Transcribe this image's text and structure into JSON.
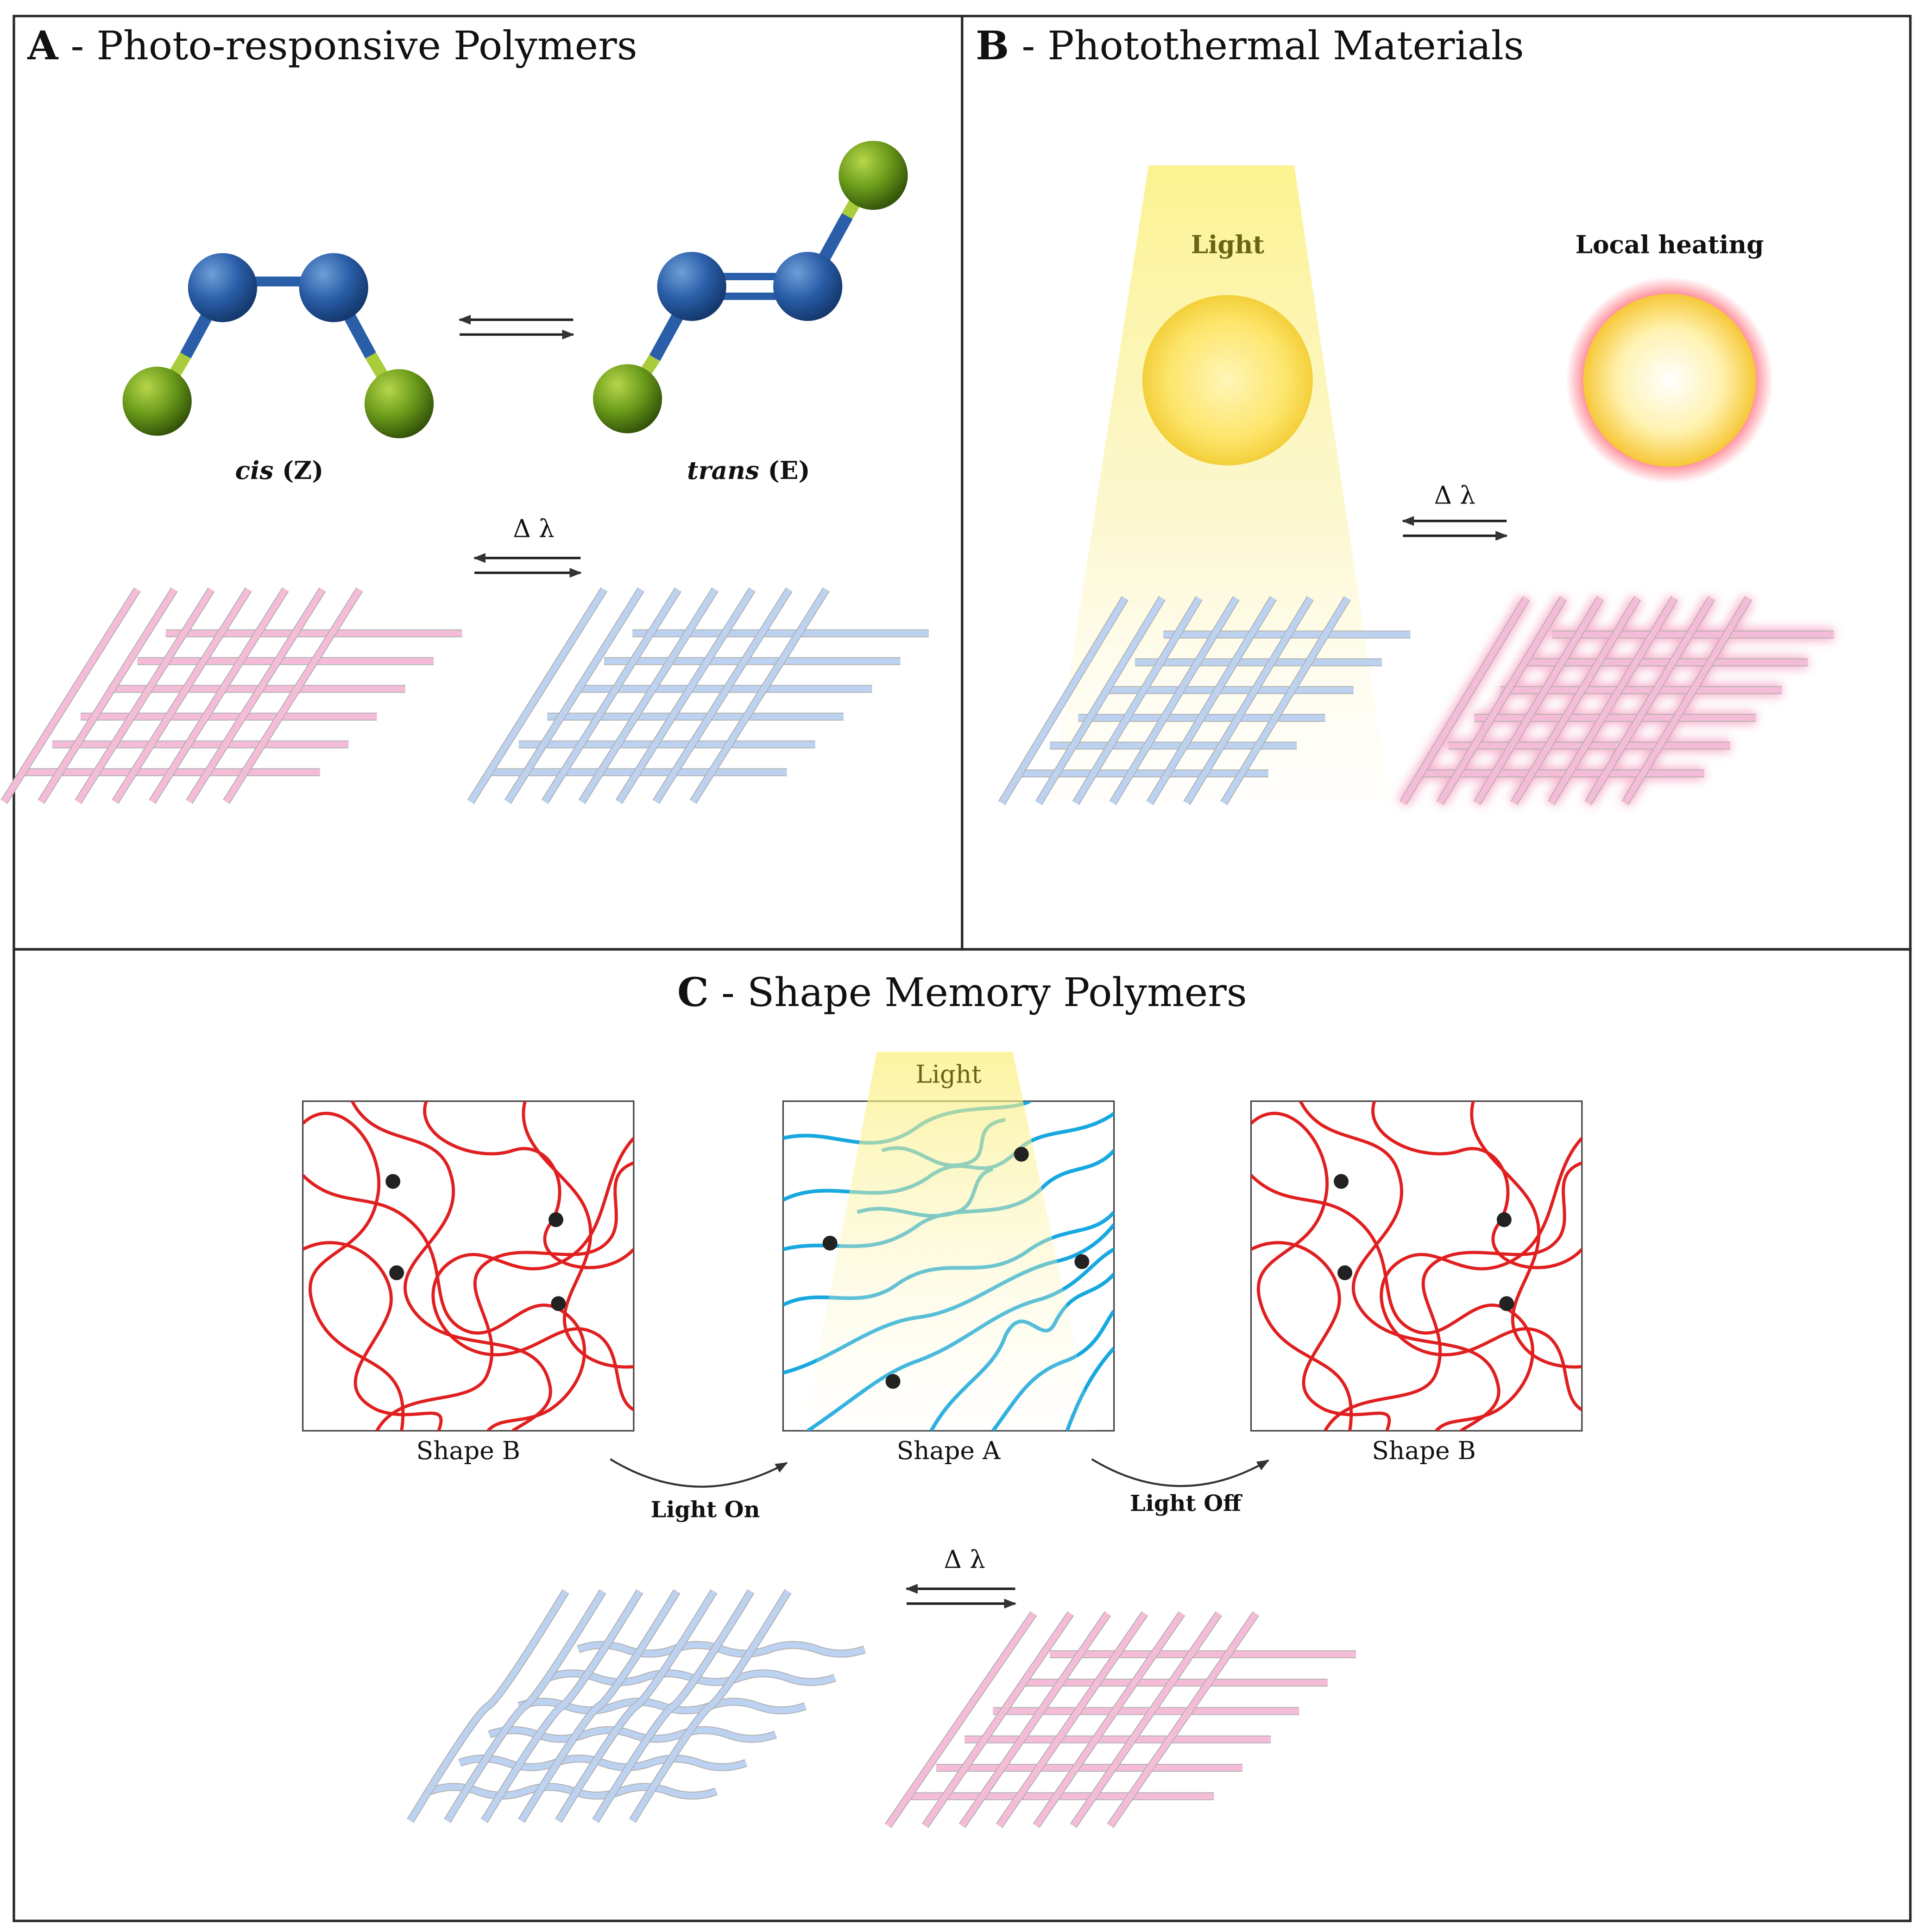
{
  "panel_a": {
    "letter": "A",
    "title": " - Photo-responsive Polymers",
    "cis_italic": "cis",
    "cis_suffix": " (Z)",
    "trans_italic": "trans",
    "trans_suffix": " (E)",
    "delta_label": "Δ λ"
  },
  "panel_b": {
    "letter": "B",
    "title": " - Photothermal Materials",
    "light_label": "Light",
    "heating_label": "Local heating",
    "delta_label": "Δ λ"
  },
  "panel_c": {
    "letter": "C",
    "title": " - Shape Memory Polymers",
    "light_label": "Light",
    "shape_left_label": "Shape B",
    "shape_mid_label": "Shape A",
    "shape_right_label": "Shape B",
    "light_on_label": "Light On",
    "light_off_label": "Light Off",
    "delta_label": "Δ λ"
  },
  "colors": {
    "pink_network": "#f5bcd8",
    "blue_network": "#bcd2f0",
    "red_chain": "#e02020",
    "cyan_chain": "#18a8e0",
    "molecule_blue": "#2a5ea8",
    "molecule_green": "#6a9a1a",
    "light_yellow": "#fbf28a",
    "border": "#2a2a2a"
  }
}
